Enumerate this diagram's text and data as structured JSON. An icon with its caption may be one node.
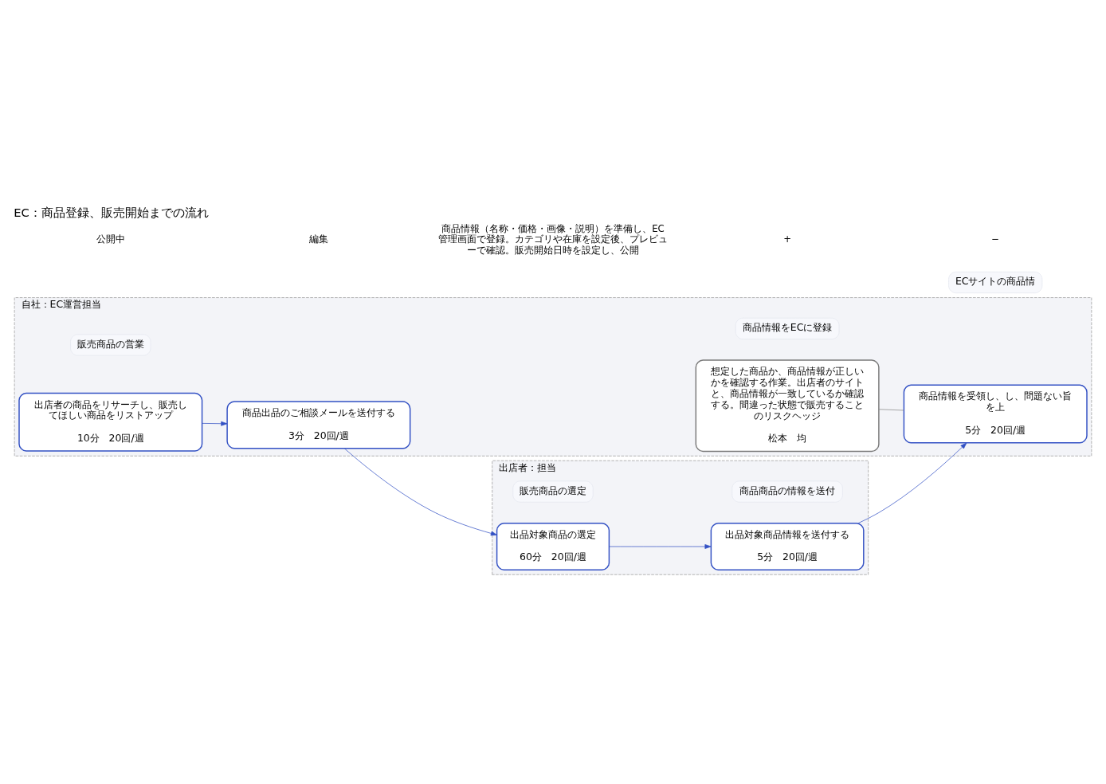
{
  "diagram": {
    "title": "EC：商品登録、販売開始までの流れ",
    "nodes": [
      {
        "text": [
          "出店者：担当"
        ]
      },
      {
        "text": [
          "販売商品の選定"
        ],
        "in": 0
      },
      {
        "text": [
          "商品商品の情報を送付"
        ],
        "in": 0
      },
      {
        "text": [
          "出品対象商品の選定",
          "60分",
          "20回/週"
        ],
        "in": 0
      },
      {
        "text": [
          "出品対象商品情報を送付する",
          "5分",
          "20回/週"
        ],
        "in": 0
      },
      {
        "text": [
          "自社：EC運営担当"
        ]
      },
      {
        "text": [
          "販売商品の営業"
        ],
        "in": 5
      },
      {
        "text": [
          "商品情報をECに登録"
        ],
        "in": 5
      },
      {
        "text": [
          "出店者の商品をリサーチし、販売してほしい商品をリストアップ",
          "10分",
          "20回/週"
        ],
        "in": 5
      },
      {
        "text": [
          "商品出品のご相談メールを送付する",
          "3分",
          "20回/週"
        ],
        "in": 5
      },
      {
        "text": [
          "想定した商品か、商品情報が正しいかを確認する作業。出店者のサイトと、商品情報が一致しているか確認する。間違った状態で販売することのリスクヘッジ",
          "松本　均"
        ],
        "in": 5
      },
      {
        "text": [
          "商品情報を受領し、し、問題ない旨を上",
          "5分",
          "20回/週"
        ],
        "in": 5
      },
      {
        "text": [
          "ECサイトの商品情"
        ]
      }
    ],
    "edges": [
      {
        "from": 8,
        "to": 9,
        "arrow": "to"
      },
      {
        "from": 9,
        "to": 3,
        "arrow": "to"
      },
      {
        "from": 3,
        "to": 4,
        "arrow": "to"
      },
      {
        "from": 4,
        "to": 11,
        "arrow": "to"
      },
      {
        "from": 10,
        "to": 11,
        "arrow": "none",
        "color": "#888888"
      }
    ],
    "labels": [
      "公開中",
      "編集",
      "商品情報（名称・価格・画像・説明）を準備し、EC管理画面で登録。カテゴリや在庫を設定後、プレビューで確認。販売開始日時を設定し、公開",
      "+",
      "−"
    ]
  }
}
